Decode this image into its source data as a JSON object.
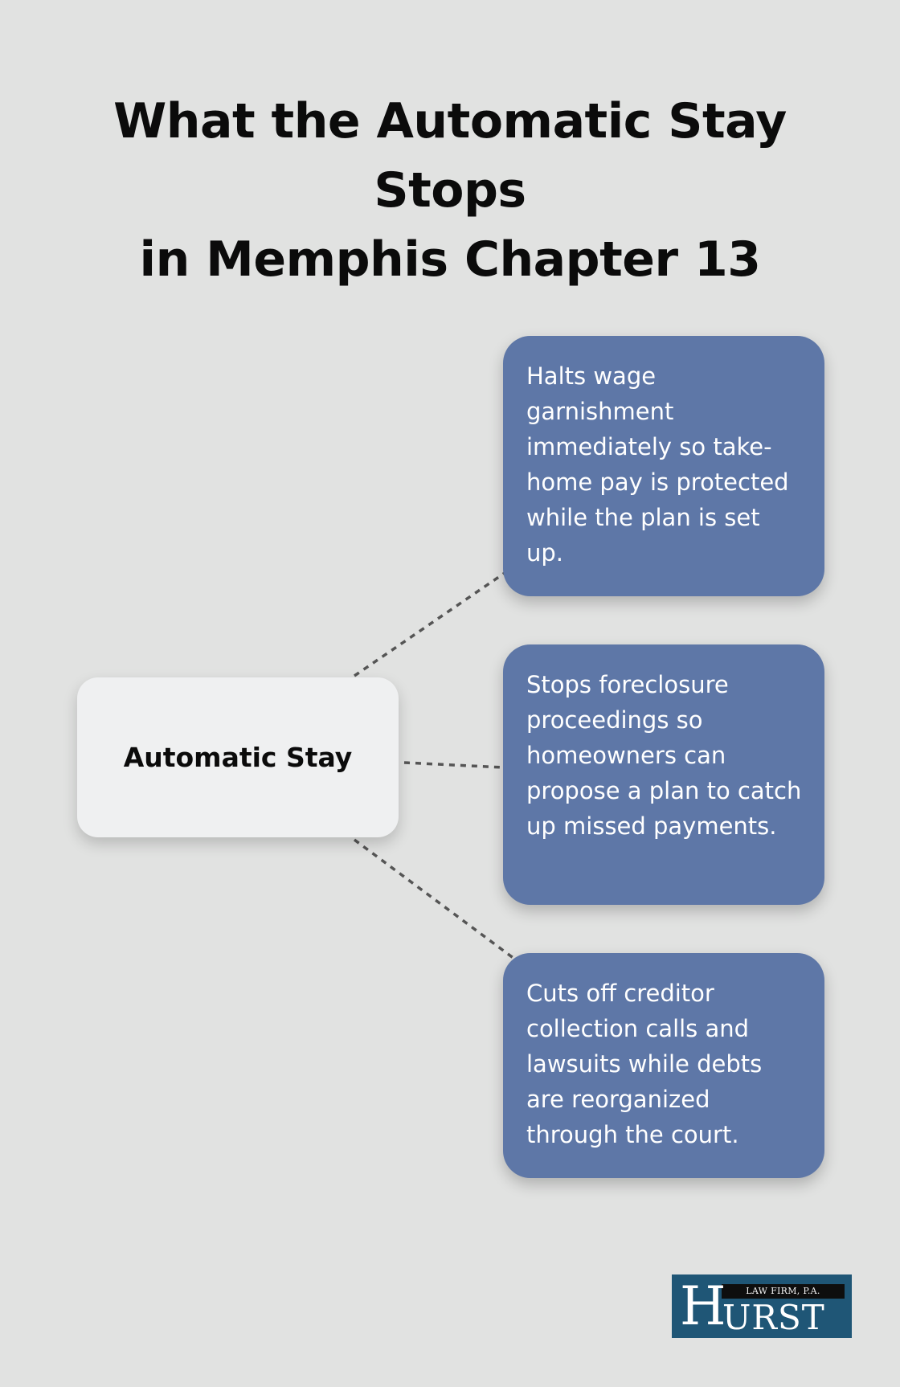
{
  "title": {
    "line1": "What the Automatic Stay Stops",
    "line2": "in Memphis Chapter 13"
  },
  "center": {
    "label": "Automatic Stay"
  },
  "cards": [
    {
      "text": "Halts wage garnishment immediately so take-home pay is protected while the plan is set up."
    },
    {
      "text": "Stops foreclosure proceedings so homeowners can propose a plan to catch up missed payments."
    },
    {
      "text": "Cuts off creditor collection calls and lawsuits while debts are reorganized through the court."
    }
  ],
  "logo": {
    "initial": "H",
    "rest": "URST",
    "subtitle": "LAW FIRM, P.A."
  },
  "colors": {
    "background": "#e1e2e1",
    "card": "#5e77a7",
    "center_box": "#eff0f1",
    "connector": "#555555",
    "logo_bg": "#1f5676"
  }
}
